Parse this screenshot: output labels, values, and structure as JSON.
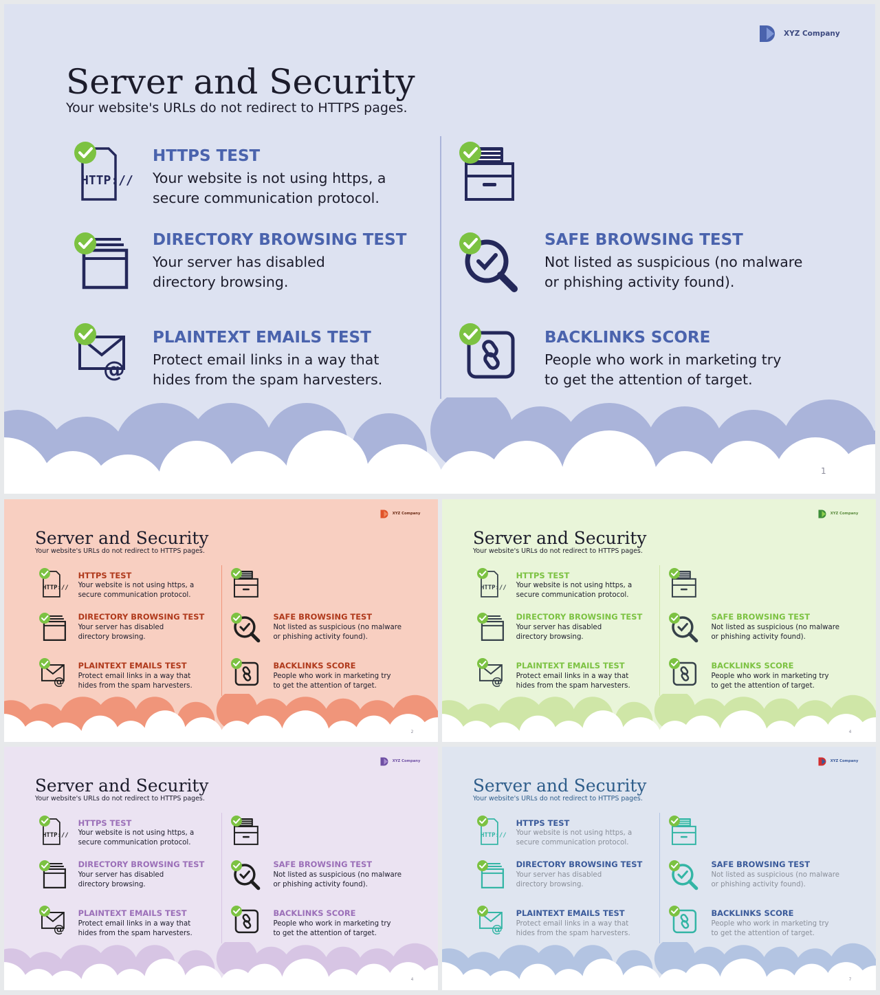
{
  "logo_text": "XYZ Company",
  "title": "Server and Security",
  "subtitle": "Your website's URLs do not redirect to HTTPS pages.",
  "items": [
    {
      "title": "HTTPS TEST",
      "desc": "Your website is not using https, a\nsecure communication protocol.",
      "icon": "http-document-icon"
    },
    {
      "title": "",
      "desc": "",
      "icon": "file-cabinet-icon"
    },
    {
      "title": "DIRECTORY BROWSING TEST",
      "desc": "Your server has disabled\ndirectory browsing.",
      "icon": "folder-icon"
    },
    {
      "title": "SAFE BROWSING TEST",
      "desc": "Not listed as suspicious (no malware\nor phishing activity found).",
      "icon": "magnifier-check-icon"
    },
    {
      "title": "PLAINTEXT EMAILS TEST",
      "desc": "Protect email links in a way that\nhides from the spam harvesters.",
      "icon": "email-at-icon"
    },
    {
      "title": "BACKLINKS SCORE",
      "desc": "People who work in marketing try\nto get the attention of target.",
      "icon": "link-icon"
    }
  ],
  "check_color": "#7cc242",
  "slides": [
    {
      "page": "1",
      "bg": "#dde2f1",
      "accent": "#4a63ad",
      "cloud": "#aab4da",
      "icon": "#24285a",
      "desc": "#1c1c2b",
      "logo1": "#4a63ad",
      "logo2": "#7f97d6",
      "logo_text_color": "#3d4a80"
    },
    {
      "page": "2",
      "bg": "#f8cfc1",
      "accent": "#b03a1c",
      "cloud": "#f0957a",
      "icon": "#1f1f1f",
      "desc": "#1c1c2b",
      "logo1": "#e0532a",
      "logo2": "#f08a60",
      "logo_text_color": "#6a2a14"
    },
    {
      "page": "4",
      "bg": "#e9f5d9",
      "accent": "#7cc242",
      "cloud": "#cfe6a7",
      "icon": "#36414a",
      "desc": "#1c1c2b",
      "logo1": "#3e8f3a",
      "logo2": "#8fd050",
      "logo_text_color": "#5a8a3c"
    },
    {
      "page": "4",
      "bg": "#ebe3f2",
      "accent": "#9b6fb8",
      "cloud": "#d7c5e4",
      "icon": "#1f1f1f",
      "desc": "#1c1c2b",
      "logo1": "#6e4fa3",
      "logo2": "#a88ccf",
      "logo_text_color": "#6e4fa3"
    },
    {
      "page": "7",
      "bg": "#dfe5f0",
      "accent": "#3a5a9a",
      "cloud": "#b3c4e2",
      "icon": "#33b5a5",
      "desc": "#8a8f99",
      "logo1": "#d33030",
      "logo2": "#3a5a9a",
      "logo_text_color": "#3a5a9a"
    }
  ]
}
